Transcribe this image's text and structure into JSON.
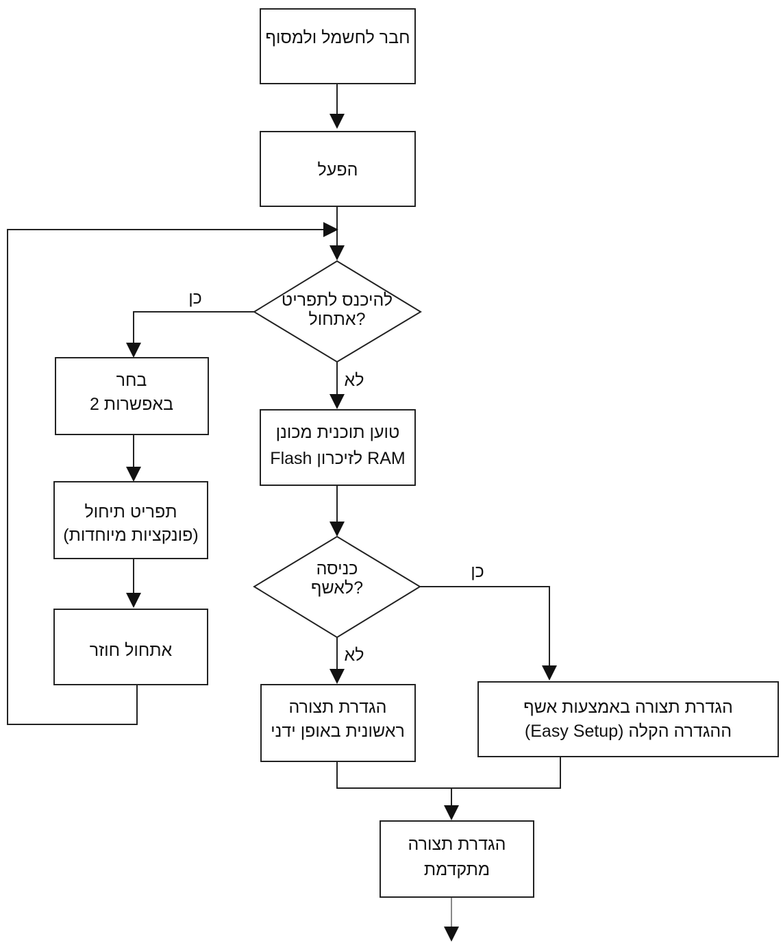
{
  "nodes": {
    "connect_power": {
      "lines": [
        "חבר לחשמל ולמסוף"
      ]
    },
    "power_on": {
      "lines": [
        "הפעל"
      ]
    },
    "enter_init_menu": {
      "lines": [
        "להיכנס לתפריט",
        "?אתחול"
      ]
    },
    "choose_option": {
      "lines": [
        "בחר",
        "באפשרות 2"
      ]
    },
    "init_menu": {
      "lines": [
        "תפריט תיחול",
        "(פונקציות מיוחדות)"
      ]
    },
    "reinit": {
      "lines": [
        "אתחול חוזר"
      ]
    },
    "load_program": {
      "lines": [
        "טוען תוכנית מכונן",
        "Flash לזיכרון RAM"
      ]
    },
    "enter_wizard": {
      "lines": [
        "כניסה",
        "?לאשף"
      ]
    },
    "manual_config": {
      "lines": [
        "הגדרת תצורה",
        "ראשונית באופן ידני"
      ]
    },
    "easy_setup": {
      "lines": [
        "הגדרת תצורה באמצעות אשף",
        "ההגדרה הקלה (Easy Setup)"
      ]
    },
    "advanced_config": {
      "lines": [
        "הגדרת תצורה",
        "מתקדמת"
      ]
    }
  },
  "edge_labels": {
    "init_yes": "כן",
    "init_no": "לא",
    "wizard_yes": "כן",
    "wizard_no": "לא"
  }
}
